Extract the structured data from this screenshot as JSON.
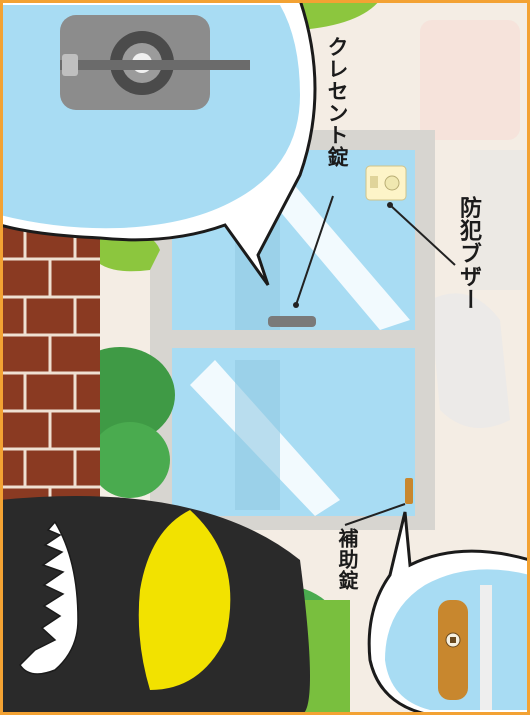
{
  "labels": {
    "crescent_lock": "クレセント錠",
    "security_buzzer": "防犯ブザー",
    "auxiliary_lock": "補助錠"
  },
  "colors": {
    "glass": "#a9dcf3",
    "frame": "#d8d6d1",
    "brick": "#8a3a22",
    "mortar": "#e9d8c9",
    "grass": "#8cc63e",
    "bush": "#45a046",
    "monster": "#2b2b2b",
    "monster_eye": "#f3e300",
    "aux_lock": "#c8872e",
    "border": "#f3a233"
  }
}
